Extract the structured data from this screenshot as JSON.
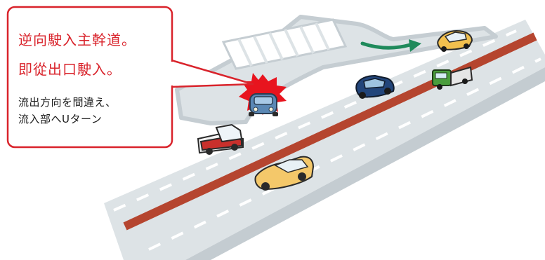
{
  "callout": {
    "title_line_1": "逆向駛入主幹道。",
    "title_line_2": "即從出口駛入。",
    "body_line_1": "流出方向を間違え、",
    "body_line_2": "流入部へUターン"
  },
  "colors": {
    "road": "#dde3e6",
    "road_edge": "#aab4ba",
    "ramp_outline": "#c5cdd2",
    "center_line": "#b5452f",
    "lane_dash": "#ffffff",
    "arrow": "#1f8a5b",
    "callout_border": "#d9232b",
    "callout_title": "#d9232b",
    "callout_body": "#1a1a1a",
    "flash": "#e8141e"
  },
  "icons": {
    "direction_arrow": "curved-arrow-icon",
    "collision_mark": "starburst-icon",
    "vehicles": [
      "wrong-way-car-icon",
      "pickup-truck-icon",
      "sedan-icon",
      "suv-icon",
      "truck-icon",
      "compact-car-icon"
    ]
  }
}
